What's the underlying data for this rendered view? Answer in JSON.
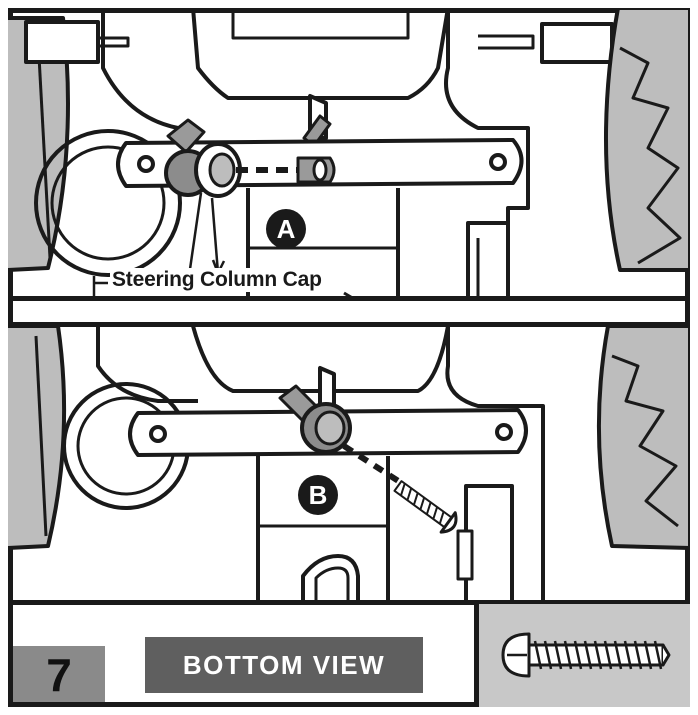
{
  "callouts": {
    "a": "A",
    "b": "B"
  },
  "labels": {
    "steering_column_cap": "Steering Column Cap"
  },
  "footer": {
    "step_number": "7",
    "view_label": "BOTTOM VIEW"
  },
  "icons": {
    "hardware": "screw-icon"
  },
  "colors": {
    "line": "#1a1a1a",
    "hub": "#8c8c8c",
    "step_box": "#8a8a8a",
    "view_label_bg": "#5f5f5f",
    "hardware_bg": "#c8c8c8"
  }
}
